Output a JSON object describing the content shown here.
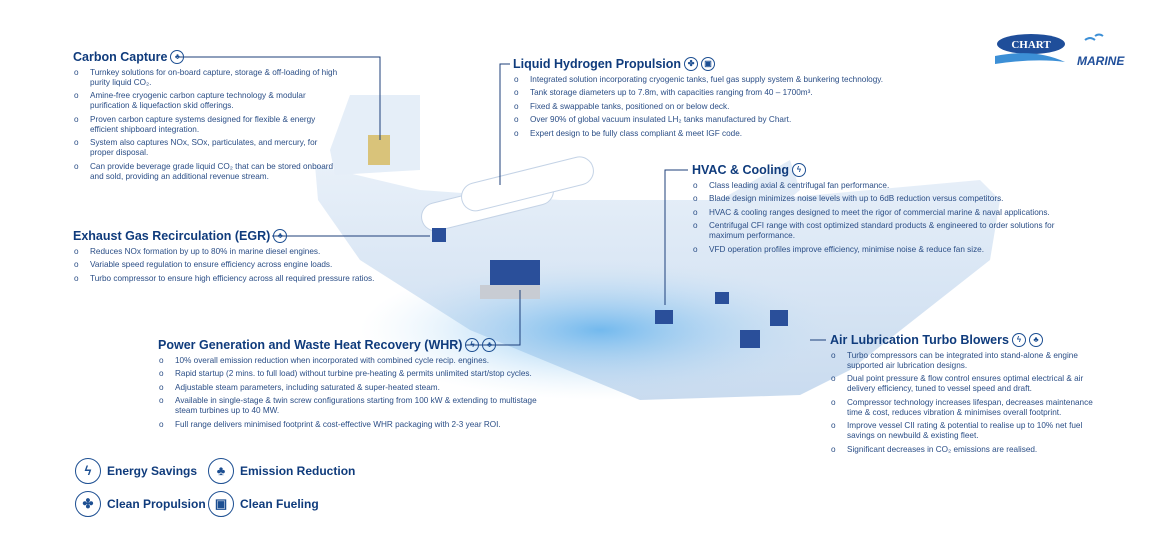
{
  "logo": {
    "brand": "CHART",
    "sub": "MARINE"
  },
  "sections": {
    "carbon": {
      "title": "Carbon Capture",
      "items": [
        "Turnkey solutions for on-board capture, storage & off-loading of high purity liquid CO₂.",
        "Amine-free cryogenic carbon capture technology & modular purification & liquefaction skid offerings.",
        "Proven carbon capture systems designed for flexible & energy efficient shipboard integration.",
        "System also captures NOx, SOx, particulates, and mercury, for proper disposal.",
        "Can provide beverage grade liquid CO₂ that can be stored onboard and sold, providing an additional revenue stream."
      ]
    },
    "egr": {
      "title": "Exhaust Gas Recirculation (EGR)",
      "items": [
        "Reduces NOx formation by up to 80% in marine diesel engines.",
        "Variable speed regulation to ensure efficiency across engine loads.",
        "Turbo compressor to ensure high efficiency across all required pressure ratios."
      ]
    },
    "lh2": {
      "title": "Liquid Hydrogen Propulsion",
      "items": [
        "Integrated solution incorporating cryogenic tanks, fuel gas supply system & bunkering technology.",
        "Tank storage diameters up to 7.8m, with capacities ranging from 40 – 1700m³.",
        "Fixed & swappable tanks, positioned on or below deck.",
        "Over 90% of global vacuum insulated LH₂ tanks manufactured by Chart.",
        "Expert design to be fully class compliant & meet IGF code."
      ]
    },
    "hvac": {
      "title": "HVAC & Cooling",
      "items": [
        "Class leading axial & centrifugal fan performance.",
        "Blade design minimizes noise levels with up to 6dB reduction versus competitors.",
        "HVAC & cooling ranges designed to meet the rigor of commercial marine & naval applications.",
        "Centrifugal CFI range with cost optimized standard products & engineered to order solutions for maximum performance.",
        "VFD operation profiles improve efficiency, minimise noise & reduce fan size."
      ]
    },
    "air": {
      "title": "Air Lubrication Turbo Blowers",
      "items": [
        "Turbo compressors can be integrated into stand-alone & engine supported air lubrication designs.",
        "Dual point pressure & flow control ensures optimal electrical & air delivery efficiency, tuned to vessel speed and draft.",
        "Compressor technology increases lifespan, decreases maintenance time & cost, reduces vibration & minimises overall footprint.",
        "Improve vessel CII rating & potential to realise up to 10% net fuel savings on newbuild & existing fleet.",
        "Significant decreases in CO₂ emissions are realised."
      ]
    },
    "power": {
      "title": "Power Generation and Waste Heat Recovery (WHR)",
      "items": [
        "10% overall emission reduction when incorporated with combined cycle recip. engines.",
        "Rapid startup (2 mins. to full load) without turbine pre-heating & permits unlimited start/stop cycles.",
        "Adjustable steam parameters, including saturated & super-heated steam.",
        "Available in single-stage & twin screw configurations starting from 100 kW & extending to multistage steam turbines up to 40 MW.",
        "Full range delivers minimised footprint & cost-effective WHR packaging with 2-3 year ROI."
      ]
    }
  },
  "legend": [
    {
      "label": "Energy Savings",
      "icon": "energy-icon"
    },
    {
      "label": "Emission Reduction",
      "icon": "tree-icon"
    },
    {
      "label": "Clean Propulsion",
      "icon": "propeller-icon"
    },
    {
      "label": "Clean Fueling",
      "icon": "fuel-icon"
    }
  ],
  "colors": {
    "navy": "#0f3b7c",
    "ship": "#dbe8f6",
    "water": "#5fb0ea"
  }
}
